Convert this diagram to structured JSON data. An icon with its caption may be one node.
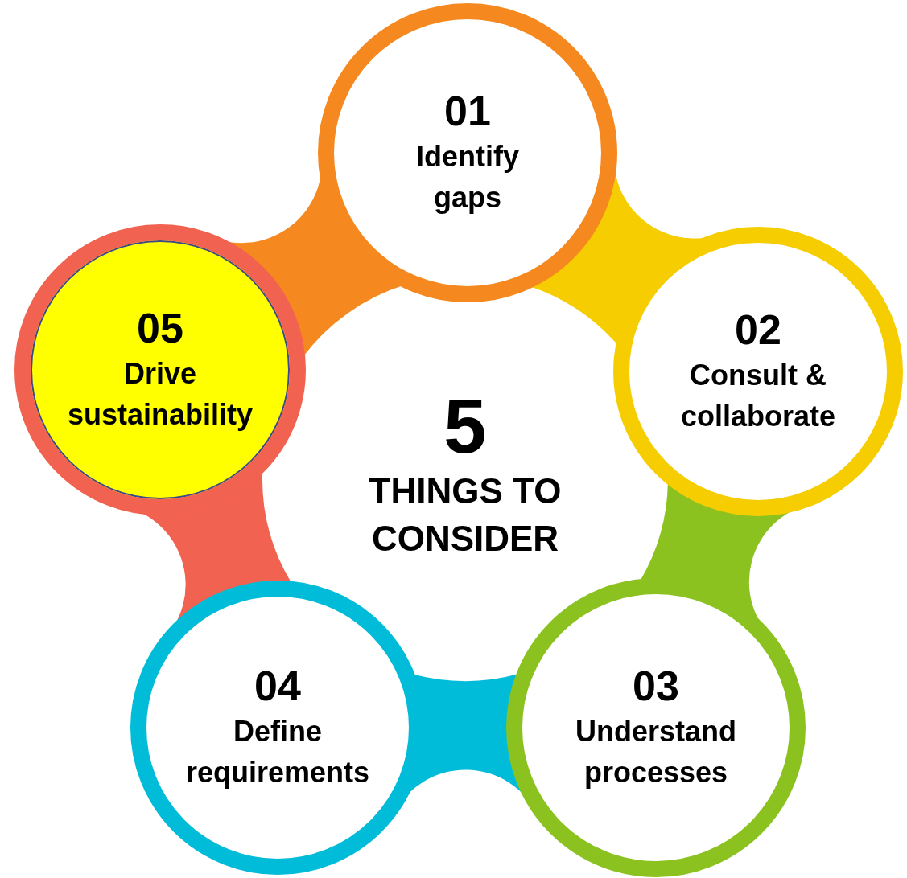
{
  "diagram": {
    "nodes": [
      {
        "text": [
          "01",
          "Identify gaps"
        ]
      },
      {
        "text": [
          "02",
          "Consult & collaborate"
        ]
      },
      {
        "text": [
          "03",
          "Understand processes"
        ]
      },
      {
        "text": [
          "04",
          "Define requirements"
        ]
      },
      {
        "text": [
          "05",
          "Drive sustainability"
        ]
      },
      {
        "text": [
          "5",
          "THINGS TO CONSIDER"
        ]
      }
    ]
  }
}
